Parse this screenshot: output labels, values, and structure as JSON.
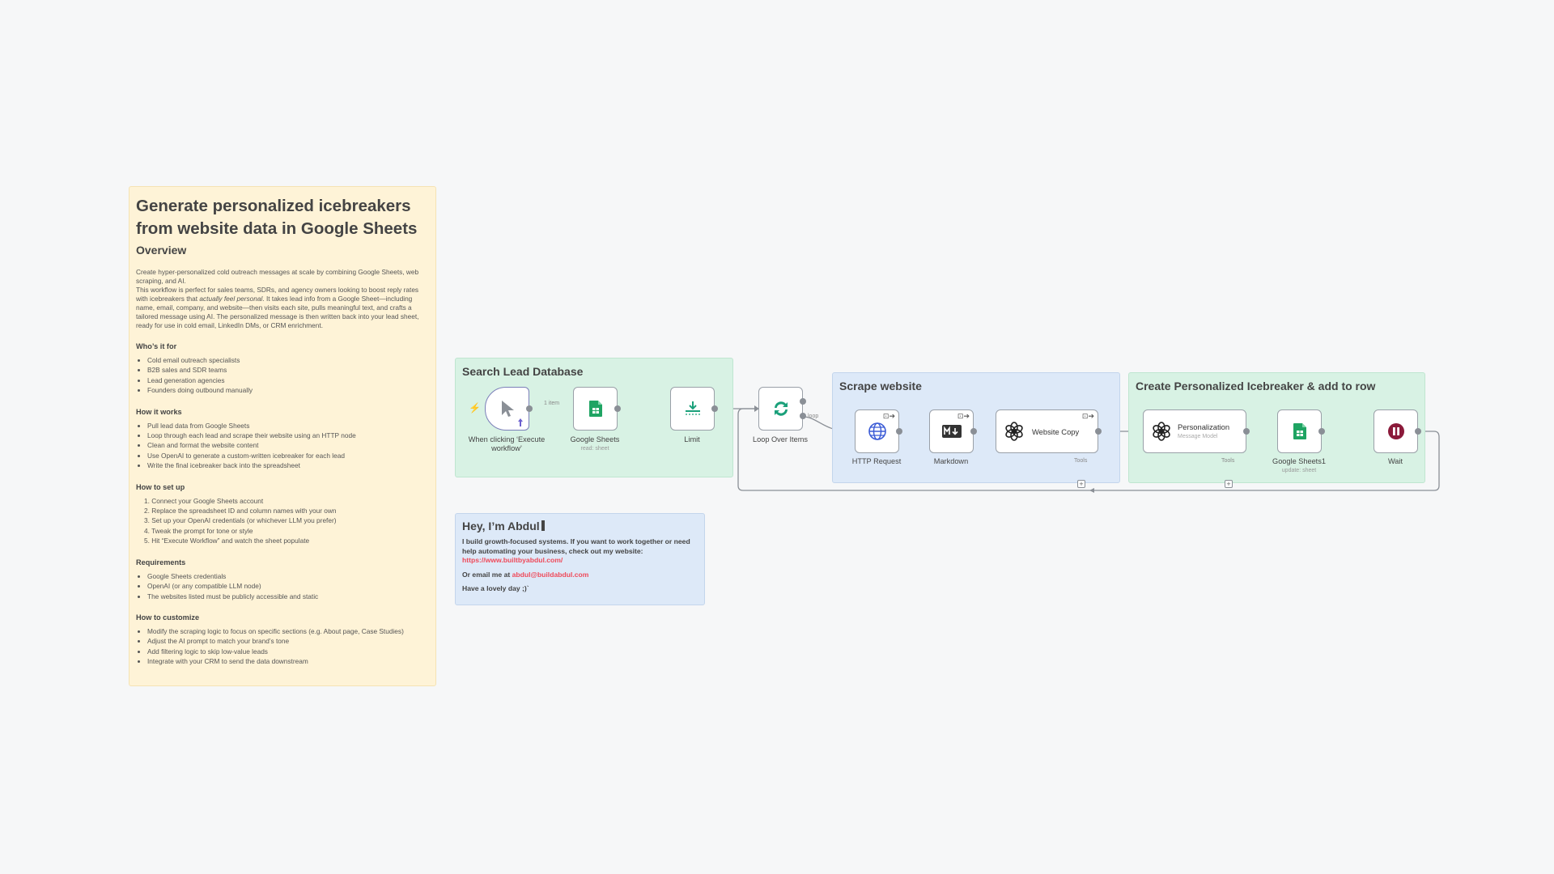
{
  "overview": {
    "title": "Generate personalized icebreakers from website data in Google Sheets",
    "subtitle": "Overview",
    "intro_1": "Create hyper-personalized cold outreach messages at scale by combining Google Sheets, web scraping, and AI.",
    "intro_2_prefix": "This workflow is perfect for sales teams, SDRs, and agency owners looking to boost reply rates with icebreakers that ",
    "intro_2_em": "actually feel personal",
    "intro_2_suffix": ". It takes lead info from a Google Sheet—including name, email, company, and website—then visits each site, pulls meaningful text, and crafts a tailored message using AI. The personalized message is then written back into your lead sheet, ready for use in cold email, LinkedIn DMs, or CRM enrichment.",
    "sections": [
      {
        "heading": "Who’s it for",
        "type": "ul",
        "items": [
          "Cold email outreach specialists",
          "B2B sales and SDR teams",
          "Lead generation agencies",
          "Founders doing outbound manually"
        ]
      },
      {
        "heading": "How it works",
        "type": "ul",
        "items": [
          "Pull lead data from Google Sheets",
          "Loop through each lead and scrape their website using an HTTP node",
          "Clean and format the website content",
          "Use OpenAI to generate a custom-written icebreaker for each lead",
          "Write the final icebreaker back into the spreadsheet"
        ]
      },
      {
        "heading": "How to set up",
        "type": "ol",
        "items": [
          "1. Connect your Google Sheets account",
          "2. Replace the spreadsheet ID and column names with your own",
          "3. Set up your OpenAI credentials (or whichever LLM you prefer)",
          "4. Tweak the prompt for tone or style",
          "5. Hit “Execute Workflow” and watch the sheet populate"
        ]
      },
      {
        "heading": "Requirements",
        "type": "ul",
        "items": [
          "Google Sheets credentials",
          "OpenAI (or any compatible LLM node)",
          "The websites listed must be publicly accessible and static"
        ]
      },
      {
        "heading": "How to customize",
        "type": "ul",
        "items": [
          "Modify the scraping logic to focus on specific sections (e.g. About page, Case Studies)",
          "Adjust the AI prompt to match your brand’s tone",
          "Add filtering logic to skip low-value leads",
          "Integrate with your CRM to send the data downstream"
        ]
      }
    ]
  },
  "groups": {
    "search": "Search Lead Database",
    "scrape": "Scrape website",
    "create": "Create Personalized Icebreaker & add to row"
  },
  "about": {
    "title": "Hey, I’m Abdul",
    "line1": "I build growth-focused systems. If you want to work together or need help automating your business, check out my website:",
    "link": "https://www.builtbyabdul.com/",
    "email_prefix": "Or email me at ",
    "email": "abdul@buildabdul.com",
    "signoff": "Have a lovely day ;)`"
  },
  "nodes": {
    "trigger": {
      "label": "When clicking ‘Execute workflow’",
      "icon": "cursor-icon"
    },
    "sheets": {
      "label": "Google Sheets",
      "sub": "read: sheet",
      "icon": "google-sheets-icon"
    },
    "limit": {
      "label": "Limit",
      "icon": "limit-icon"
    },
    "loop": {
      "label": "Loop Over Items",
      "icon": "loop-icon"
    },
    "http": {
      "label": "HTTP Request",
      "icon": "globe-icon"
    },
    "markdown": {
      "label": "Markdown",
      "icon": "markdown-icon"
    },
    "website_copy": {
      "label": "Website Copy",
      "icon": "openai-icon"
    },
    "personalization": {
      "label": "Personalization",
      "sub": "Message Model",
      "icon": "openai-icon"
    },
    "sheets1": {
      "label": "Google Sheets1",
      "sub": "update: sheet",
      "icon": "google-sheets-icon"
    },
    "wait": {
      "label": "Wait",
      "icon": "pause-icon"
    }
  },
  "edges": {
    "item_badge": "1 item",
    "loop_badge": "loop",
    "tools_badge": "Tools",
    "tools_badge2": "Tools"
  },
  "colors": {
    "green_group": "#d8f2e4",
    "blue_group": "#dde9f8",
    "sticky_yellow": "#fef3d7",
    "link_red": "#ef4a5a",
    "sheets_green": "#1fa463",
    "wait_red": "#8b1a3a"
  }
}
